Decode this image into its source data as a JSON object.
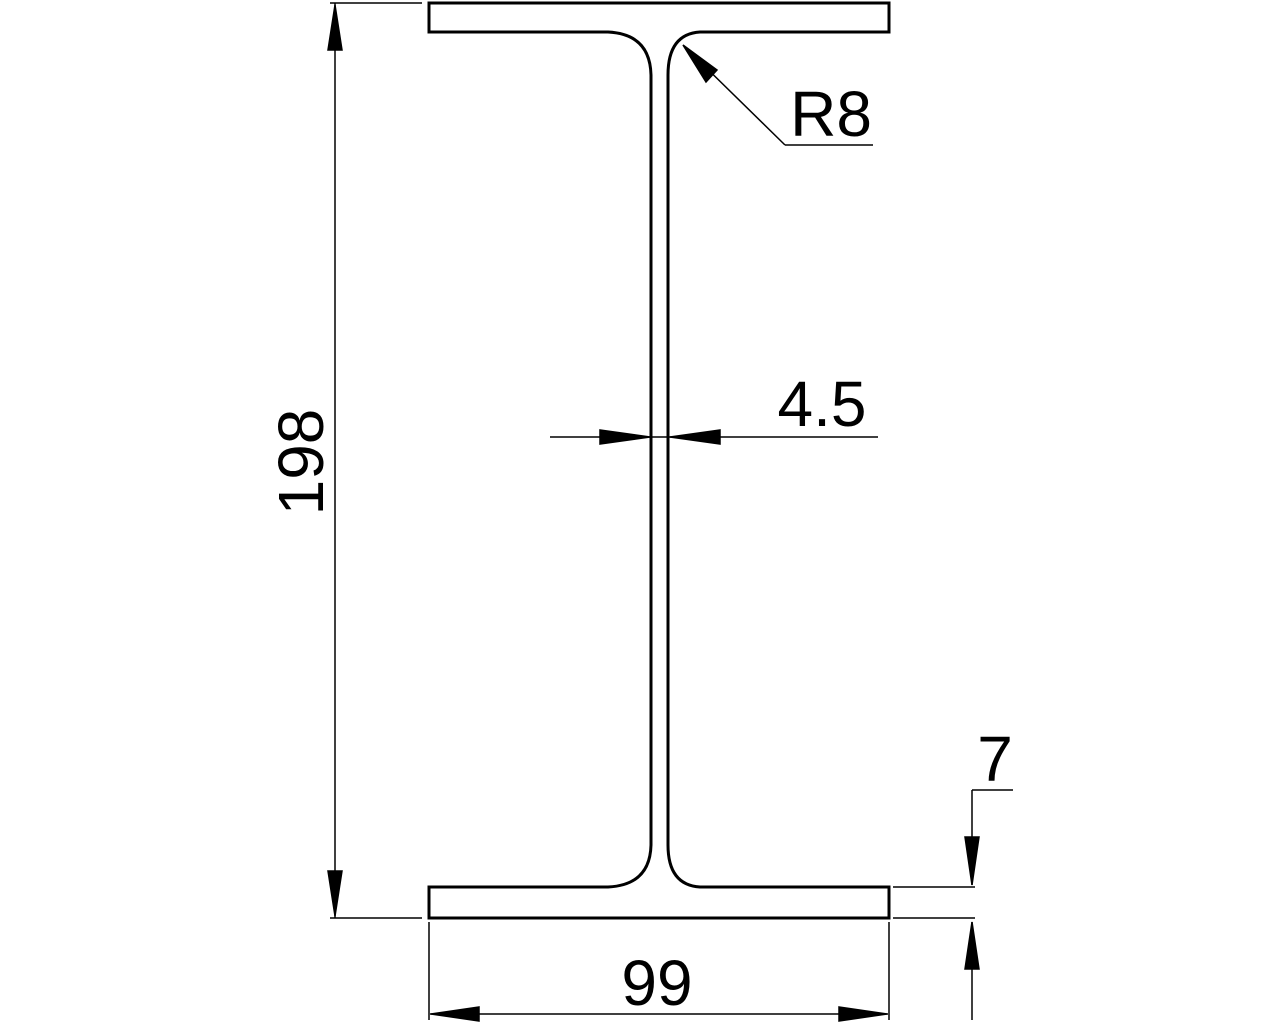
{
  "diagram": {
    "dimensions": {
      "height": "198",
      "web_thickness": "4.5",
      "fillet_radius": "R8",
      "flange_thickness": "7",
      "flange_width": "99"
    },
    "colors": {
      "line": "#000000",
      "background": "#ffffff"
    }
  }
}
